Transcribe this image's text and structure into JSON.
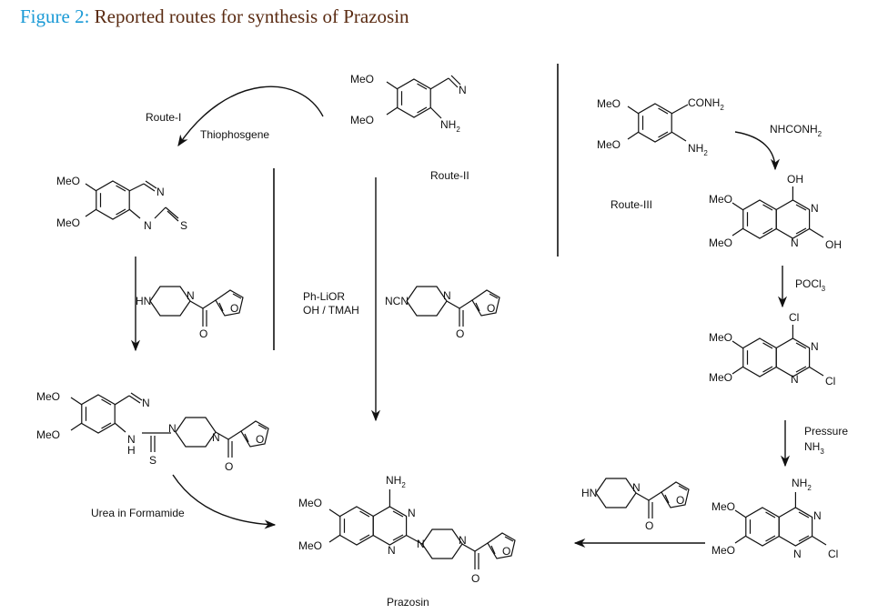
{
  "caption": {
    "label": "Figure 2:",
    "text": "Reported routes for synthesis of Prazosin"
  },
  "labels": {
    "route_1": "Route-I",
    "route_2": "Route-II",
    "route_3": "Route-III",
    "thiophosgene": "Thiophosgene",
    "ph_lior": "Ph-LiOR",
    "oh_tmah": "OH / TMAH",
    "nhconh2": "NHCONH2",
    "pocl3": "POCl3",
    "pressure": "Pressure",
    "nh3": "NH3",
    "urea_formamide": "Urea in Formamide",
    "prazosin": "Prazosin"
  },
  "atoms": {
    "meo": "MeO",
    "n": "N",
    "s": "S",
    "o": "O",
    "oh": "OH",
    "cl": "Cl",
    "nh": "NH",
    "nh2": "NH2",
    "h": "H",
    "hn": "HN",
    "ncn": "NCN",
    "conh2": "CONH2"
  }
}
